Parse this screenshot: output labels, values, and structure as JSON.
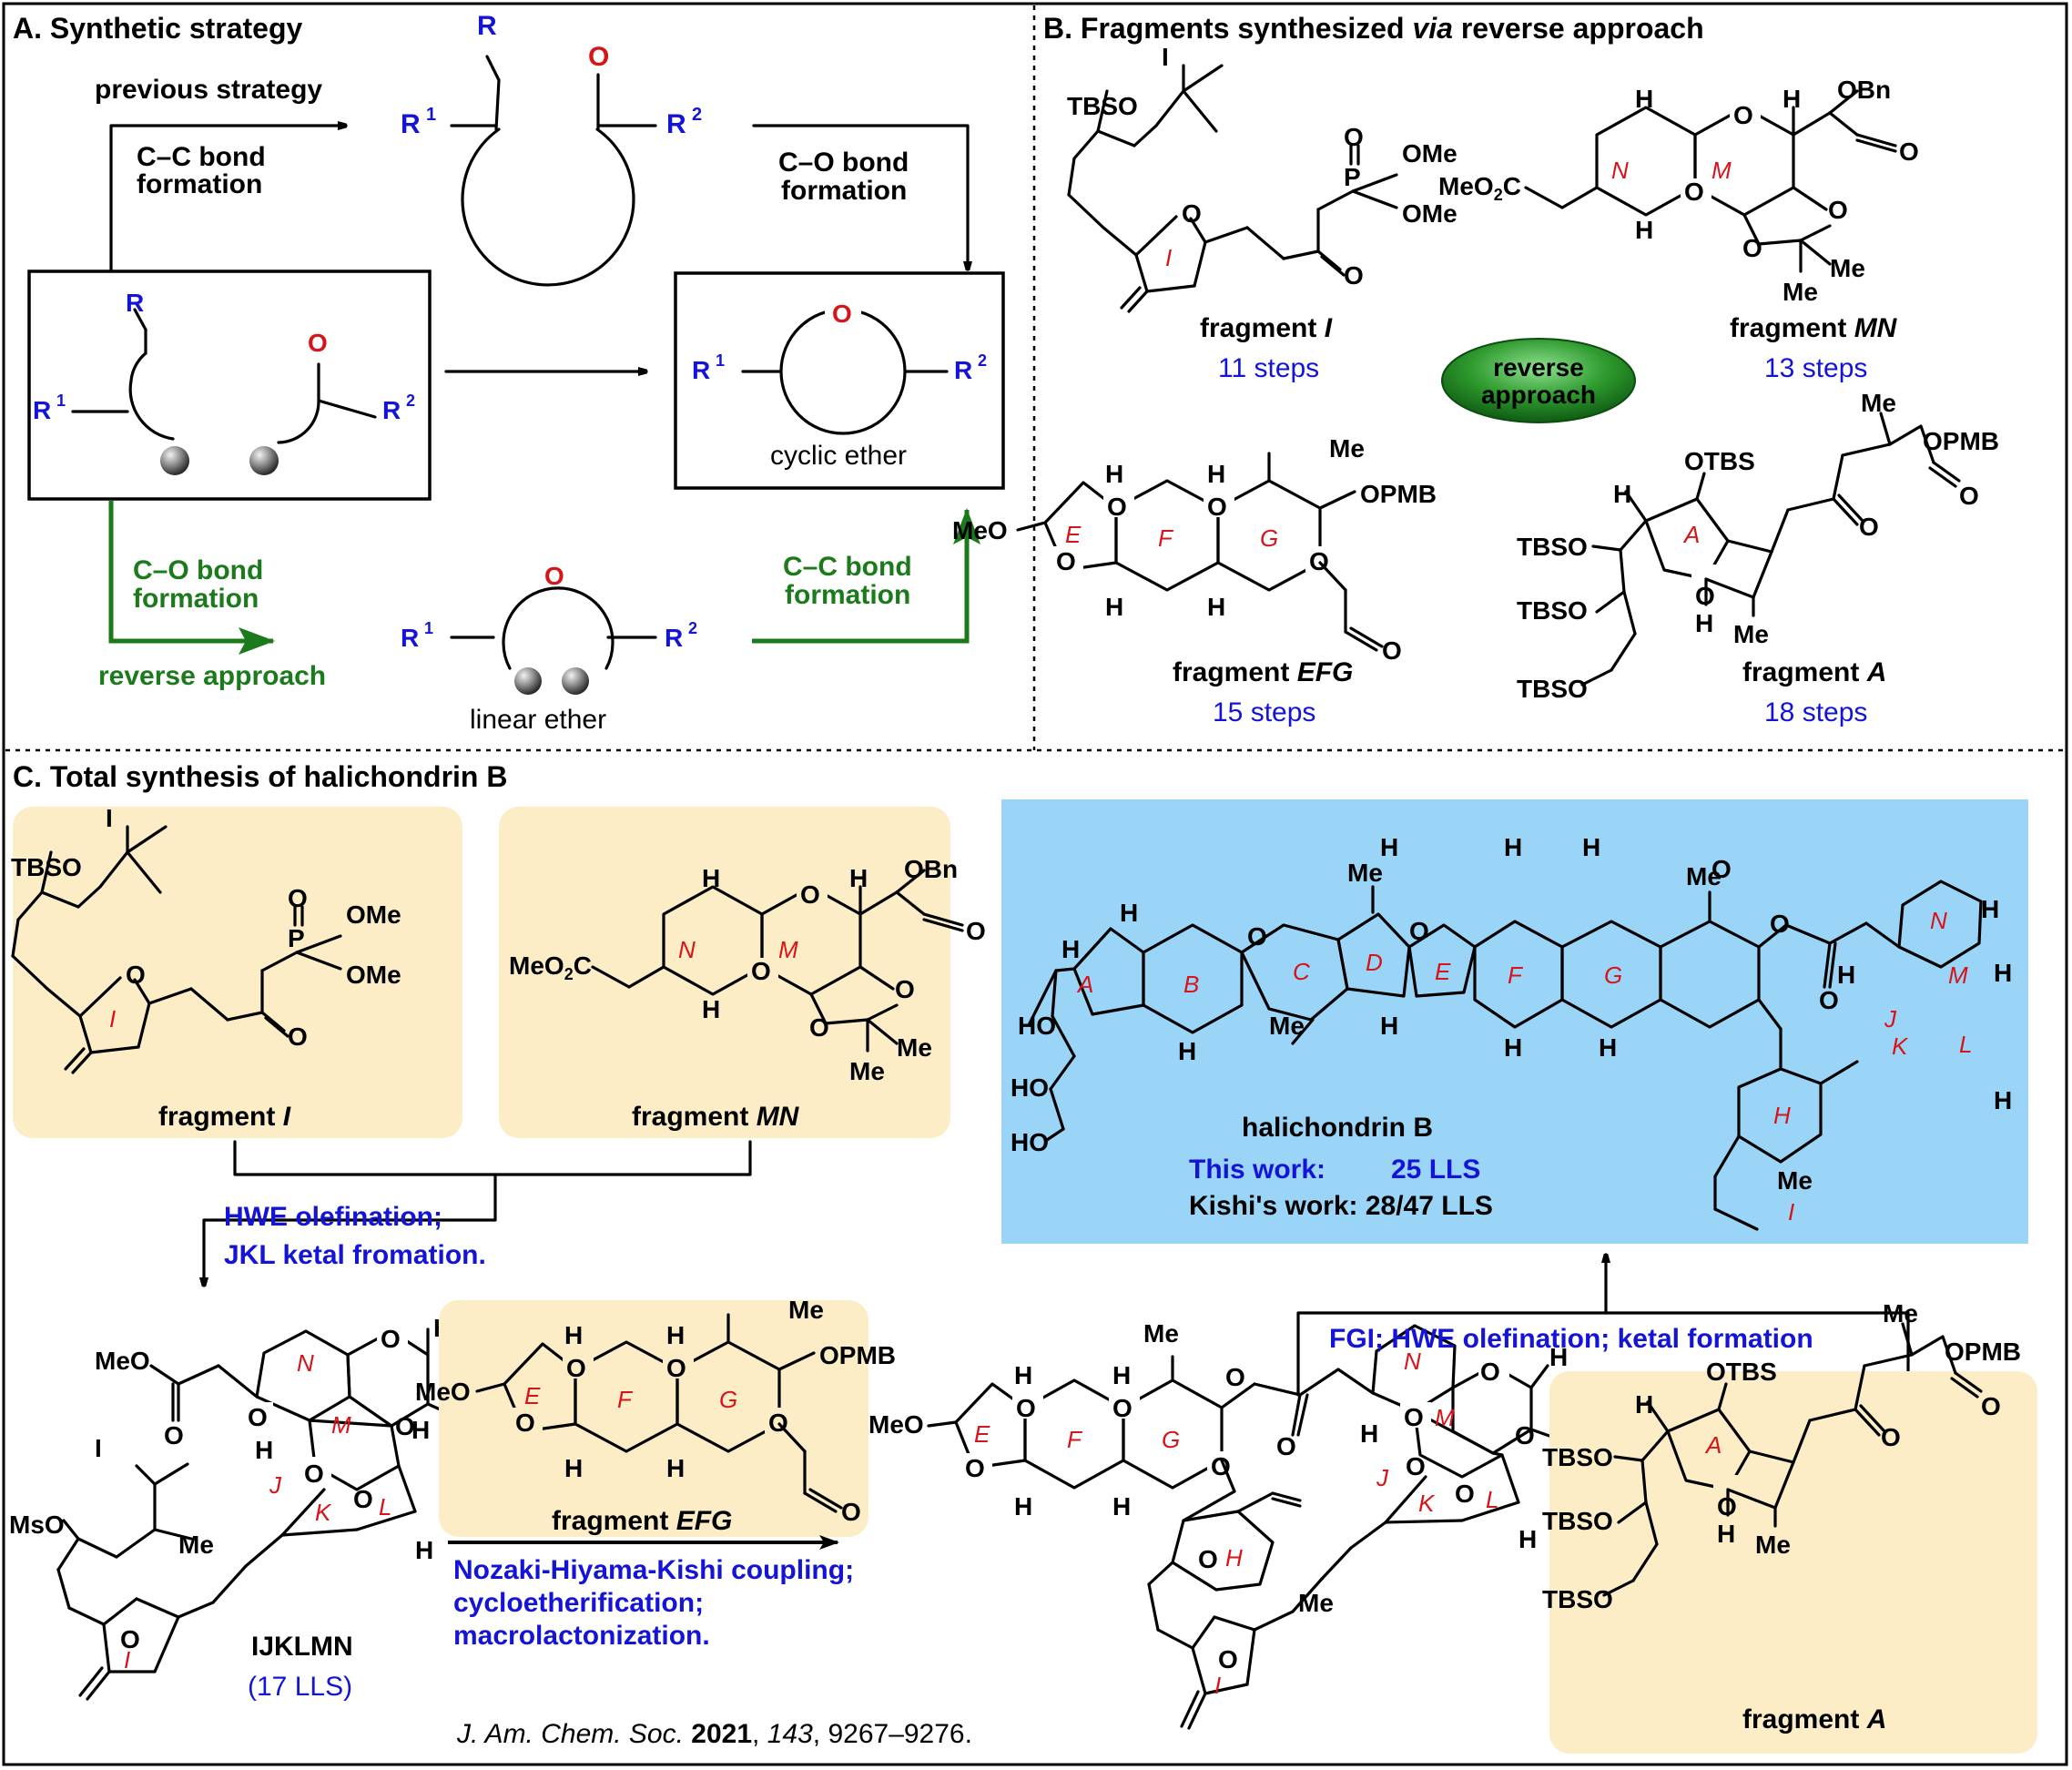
{
  "panelA": {
    "title": "A. Synthetic strategy",
    "previous_strategy": "previous strategy",
    "cc_bond_1": "C–C bond",
    "cc_bond_2": "formation",
    "co_bond_1": "C–O bond",
    "co_bond_2": "formation",
    "green_co_1": "C–O bond",
    "green_co_2": "formation",
    "green_cc_1": "C–C bond",
    "green_cc_2": "formation",
    "reverse_approach": "reverse approach",
    "cyclic_ether": "cyclic ether",
    "linear_ether": "linear ether",
    "R": "R",
    "O": "O",
    "R1": "R",
    "R2": "R",
    "sup1": "1",
    "sup2": "2"
  },
  "panelB": {
    "title_prefix": "B. Fragments synthesized ",
    "title_italic": "via",
    "title_suffix": " reverse approach",
    "badge_line1": "reverse",
    "badge_line2": "approach",
    "fragments": [
      {
        "label": "fragment ",
        "letter": "I",
        "steps": "11 steps"
      },
      {
        "label": "fragment ",
        "letter": "MN",
        "steps": "13 steps"
      },
      {
        "label": "fragment ",
        "letter": "EFG",
        "steps": "15 steps"
      },
      {
        "label": "fragment ",
        "letter": "A",
        "steps": "18 steps"
      }
    ]
  },
  "panelC": {
    "title": "C. Total synthesis of halichondrin B",
    "frag_I": "fragment ",
    "frag_I_letter": "I",
    "frag_MN": "fragment ",
    "frag_MN_letter": "MN",
    "frag_EFG": "fragment ",
    "frag_EFG_letter": "EFG",
    "frag_A": "fragment ",
    "frag_A_letter": "A",
    "step1_line1": "HWE olefination;",
    "step1_line2": "JKL ketal fromation.",
    "intermediate_name": "IJKLMN",
    "intermediate_lls": "(17 LLS)",
    "step2_line1": "Nozaki-Hiyama-Kishi coupling;",
    "step2_line2": "cycloetherification;",
    "step2_line3": "macrolactonization.",
    "step3": "FGI; HWE olefination; ketal formation",
    "product_name": "halichondrin B",
    "this_work_label": "This work:",
    "this_work_value": "25 LLS",
    "kishi_work": "Kishi's work: 28/47 LLS",
    "citation_journal": "J. Am. Chem. Soc.",
    "citation_year": "2021",
    "citation_volume": "143",
    "citation_pages": ", 9267–9276."
  },
  "atoms": {
    "TBSO": "TBSO",
    "OMe": "OMe",
    "P": "P",
    "O": "O",
    "I": "I",
    "OBn": "OBn",
    "MeO2C": "MeO",
    "sub2": "2",
    "C": "C",
    "H": "H",
    "Me": "Me",
    "MeO": "MeO",
    "OPMB": "OPMB",
    "OTBS": "OTBS",
    "HO": "HO",
    "MsO": "MsO"
  },
  "rings": {
    "I": "I",
    "M": "M",
    "N": "N",
    "E": "E",
    "F": "F",
    "G": "G",
    "A": "A",
    "B": "B",
    "C": "C",
    "D": "D",
    "H": "H",
    "J": "J",
    "K": "K",
    "L": "L"
  },
  "colors": {
    "blue_text": "#1414d6",
    "red_ring_label": "#d6141a",
    "green_path": "#1b7a1b",
    "cream_box": "#fcedc7",
    "blue_box": "#9ad5f7"
  }
}
